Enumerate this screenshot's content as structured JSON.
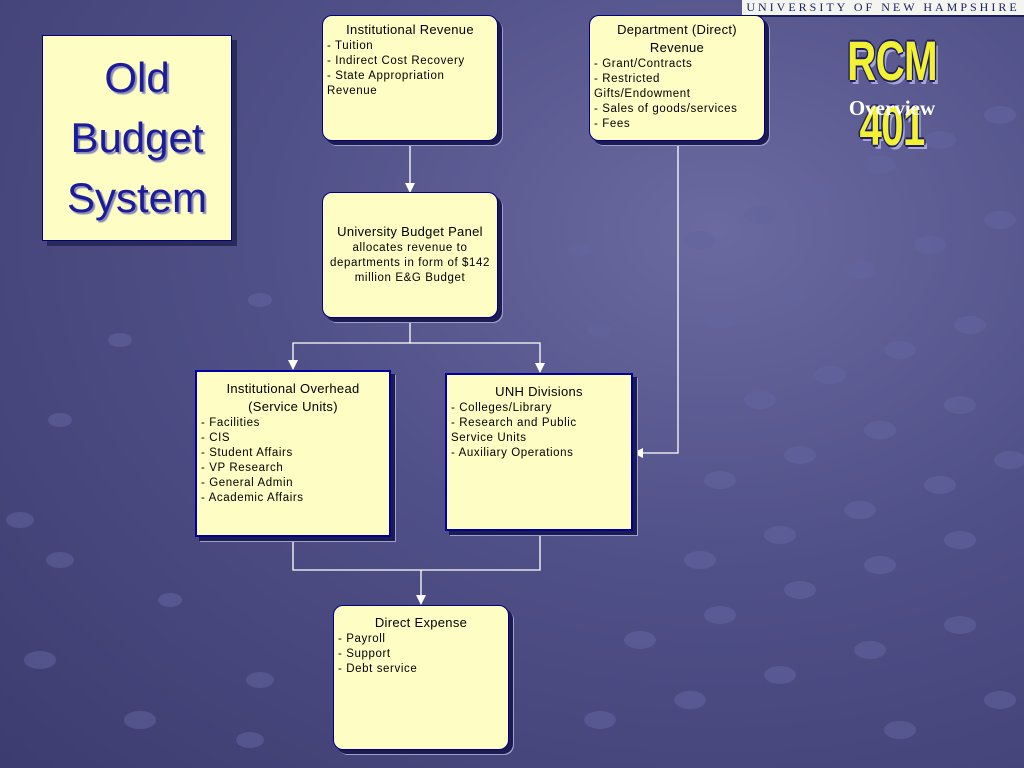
{
  "header": {
    "university": "UNIVERSITY OF NEW HAMPSHIRE"
  },
  "slide": {
    "title_lines": [
      "Old",
      "Budget",
      "System"
    ],
    "logo": "RCM 401",
    "subtitle": "Overview"
  },
  "diagram": {
    "institutional_revenue": {
      "title": "Institutional Revenue",
      "items": [
        "-  Tuition",
        "-  Indirect Cost Recovery",
        "-  State Appropriation",
        "Revenue"
      ]
    },
    "department_revenue": {
      "title": "Department (Direct) Revenue",
      "items": [
        "-  Grant/Contracts",
        "-  Restricted",
        "Gifts/Endowment",
        "-  Sales of goods/services",
        "-   Fees"
      ]
    },
    "budget_panel": {
      "title": "University Budget Panel",
      "description": "allocates revenue to departments in form of $142 million E&G Budget"
    },
    "institutional_overhead": {
      "title": "Institutional Overhead (Service Units)",
      "items": [
        "- Facilities",
        "- CIS",
        "- Student Affairs",
        "- VP Research",
        "- General Admin",
        "- Academic Affairs"
      ]
    },
    "unh_divisions": {
      "title": "UNH Divisions",
      "items": [
        "- Colleges/Library",
        "- Research and Public",
        "Service Units",
        "- Auxiliary Operations"
      ]
    },
    "direct_expense": {
      "title": "Direct Expense",
      "items": [
        "-  Payroll",
        "-  Support",
        "-  Debt service"
      ]
    }
  }
}
